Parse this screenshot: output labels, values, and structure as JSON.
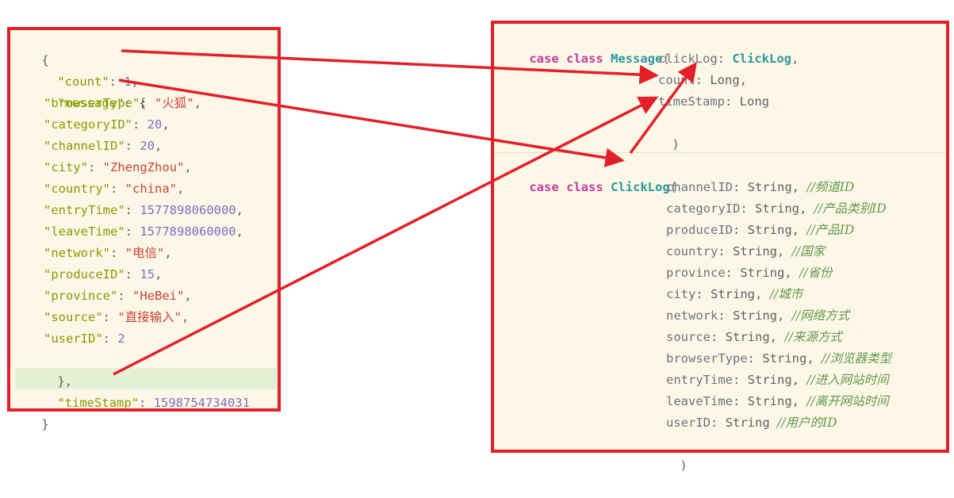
{
  "json_sample": {
    "open_brace": "{",
    "count": {
      "key": "\"count\"",
      "value": "1"
    },
    "message": {
      "key": "\"message\"",
      "open": "{"
    },
    "message_fields": [
      {
        "key": "\"browserType\"",
        "value": "\"火狐\"",
        "vtype": "str",
        "comma": ","
      },
      {
        "key": "\"categoryID\"",
        "value": "20",
        "vtype": "num",
        "comma": ","
      },
      {
        "key": "\"channelID\"",
        "value": "20",
        "vtype": "num",
        "comma": ","
      },
      {
        "key": "\"city\"",
        "value": "\"ZhengZhou\"",
        "vtype": "str",
        "comma": ","
      },
      {
        "key": "\"country\"",
        "value": "\"china\"",
        "vtype": "str",
        "comma": ","
      },
      {
        "key": "\"entryTime\"",
        "value": "1577898060000",
        "vtype": "num",
        "comma": ","
      },
      {
        "key": "\"leaveTime\"",
        "value": "1577898060000",
        "vtype": "num",
        "comma": ","
      },
      {
        "key": "\"network\"",
        "value": "\"电信\"",
        "vtype": "str",
        "comma": ","
      },
      {
        "key": "\"produceID\"",
        "value": "15",
        "vtype": "num",
        "comma": ","
      },
      {
        "key": "\"province\"",
        "value": "\"HeBei\"",
        "vtype": "str",
        "comma": ","
      },
      {
        "key": "\"source\"",
        "value": "\"直接输入\"",
        "vtype": "str",
        "comma": ","
      },
      {
        "key": "\"userID\"",
        "value": "2",
        "vtype": "num",
        "comma": ""
      }
    ],
    "message_close": "},",
    "timestamp": {
      "key": "\"timeStamp\"",
      "value": "1598754734031"
    },
    "close_brace": "}"
  },
  "message_class": {
    "keyword": "case class",
    "name": "Message",
    "open": "(",
    "fields": [
      {
        "name": "clickLog",
        "type": "ClickLog",
        "sep": ",",
        "custom": true
      },
      {
        "name": "count",
        "type": "Long",
        "sep": ",",
        "custom": false
      },
      {
        "name": "timeStamp",
        "type": "Long",
        "sep": "",
        "custom": false
      }
    ],
    "close": ")"
  },
  "clicklog_class": {
    "keyword": "case class",
    "name": "ClickLog",
    "open": "(",
    "fields": [
      {
        "name": "channelID",
        "type": "String",
        "sep": ",",
        "comment": "//频道ID"
      },
      {
        "name": "categoryID",
        "type": "String",
        "sep": ",",
        "comment": "//产品类别ID"
      },
      {
        "name": "produceID",
        "type": "String",
        "sep": ",",
        "comment": "//产品ID"
      },
      {
        "name": "country",
        "type": "String",
        "sep": ",",
        "comment": "//国家"
      },
      {
        "name": "province",
        "type": "String",
        "sep": ",",
        "comment": "//省份"
      },
      {
        "name": "city",
        "type": "String",
        "sep": ",",
        "comment": "//城市"
      },
      {
        "name": "network",
        "type": "String",
        "sep": ",",
        "comment": "//网络方式"
      },
      {
        "name": "source",
        "type": "String",
        "sep": ",",
        "comment": "//来源方式"
      },
      {
        "name": "browserType",
        "type": "String",
        "sep": ",",
        "comment": "//浏览器类型"
      },
      {
        "name": "entryTime",
        "type": "String",
        "sep": ",",
        "comment": "//进入网站时间"
      },
      {
        "name": "leaveTime",
        "type": "String",
        "sep": ",",
        "comment": "//离开网站时间"
      },
      {
        "name": "userID",
        "type": "String",
        "sep": "",
        "comment": "//用户的ID"
      }
    ],
    "close": ")"
  },
  "colors": {
    "annotation": "#e2202a",
    "panel_bg": "#fdf7e8",
    "json_key": "#8a9a00",
    "json_string": "#c74535",
    "json_number": "#7d6fc4",
    "keyword": "#c43c9f",
    "type_name": "#2b9a9e",
    "comment": "#5f9a4a",
    "line_highlight": "#e5f1d4"
  }
}
